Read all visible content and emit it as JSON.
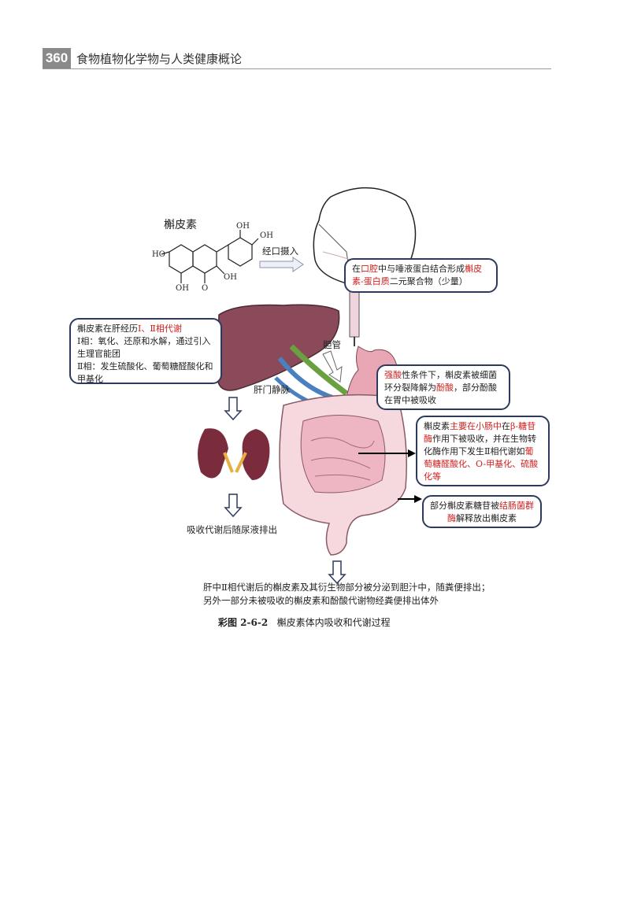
{
  "header": {
    "page_number": "360",
    "book_title": "食物植物化学物与人类健康概论"
  },
  "molecule": {
    "name": "槲皮素",
    "groups": [
      "OH",
      "OH",
      "HO",
      "OH",
      "OH",
      "O"
    ]
  },
  "labels": {
    "oral_intake": "经口摄入",
    "bile_duct": "胆管",
    "portal_vein": "肝门静脉",
    "urine": "吸收代谢后随尿液排出"
  },
  "boxes": {
    "mouth": {
      "parts": [
        {
          "t": "在",
          "r": false
        },
        {
          "t": "口腔",
          "r": true
        },
        {
          "t": "中与唾液蛋白结合形成",
          "r": false
        },
        {
          "t": "槲皮素-蛋白质",
          "r": true
        },
        {
          "t": "二元聚合物（少量）",
          "r": false
        }
      ]
    },
    "liver": {
      "line1a": "槲皮素在肝经历",
      "line1b": "Ⅰ、Ⅱ相代谢",
      "line2": "Ⅰ相：氧化、还原和水解，通过引入生理官能团",
      "line3": "Ⅱ相：发生硫酸化、葡萄糖醛酸化和甲基化"
    },
    "stomach": {
      "parts": [
        {
          "t": "强酸",
          "r": true
        },
        {
          "t": "性条件下，槲皮素被细菌环分裂降解为",
          "r": false
        },
        {
          "t": "酚酸",
          "r": true
        },
        {
          "t": "，部分酚酸在胃中被吸收",
          "r": false
        }
      ]
    },
    "small_intestine": {
      "parts": [
        {
          "t": "槲皮素",
          "r": false
        },
        {
          "t": "主要在小肠中",
          "r": true
        },
        {
          "t": "在",
          "r": false
        },
        {
          "t": "β-糖苷酶",
          "r": true
        },
        {
          "t": "作用下被吸收，并在生物转化酶作用下发生Ⅱ相代谢如",
          "r": false
        },
        {
          "t": "葡萄糖醛酸化、O-甲基化、硫酸化等",
          "r": true
        }
      ]
    },
    "colon": {
      "parts": [
        {
          "t": "部分槲皮素糖苷被",
          "r": false
        },
        {
          "t": "结肠菌群酶",
          "r": true
        },
        {
          "t": "解释放出槲皮素",
          "r": false
        }
      ]
    }
  },
  "bottom_text": {
    "line1": "肝中Ⅱ相代谢后的槲皮素及其衍生物部分被分泌到胆汁中，随粪便排出；",
    "line2": "另外一部分未被吸收的槲皮素和酚酸代谢物经粪便排出体外"
  },
  "caption": {
    "number": "彩图 2-6-2",
    "text": "槲皮素体内吸收和代谢过程"
  },
  "colors": {
    "accent_red": "#d0201f",
    "box_border": "#2e3a5c",
    "liver": "#8a4a5a",
    "intestine": "#f2c9d3"
  }
}
